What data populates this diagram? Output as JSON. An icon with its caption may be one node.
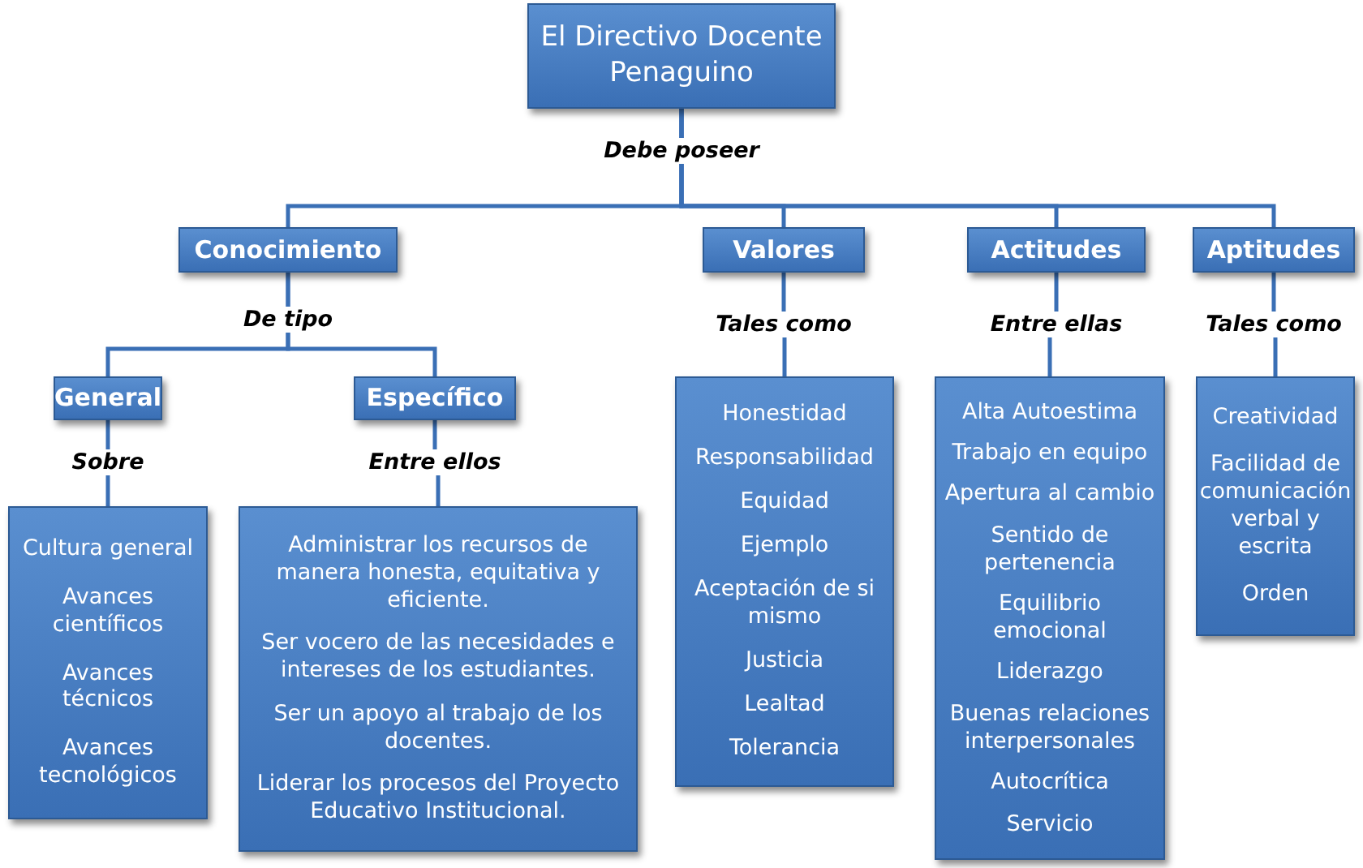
{
  "diagram": {
    "nodes": [
      {
        "text": [
          "El Directivo Docente Penaguino"
        ]
      },
      {
        "text": [
          "Conocimiento"
        ]
      },
      {
        "text": [
          "Valores"
        ]
      },
      {
        "text": [
          "Actitudes"
        ]
      },
      {
        "text": [
          "Aptitudes"
        ]
      },
      {
        "text": [
          "General"
        ]
      },
      {
        "text": [
          "Específico"
        ]
      },
      {
        "text": [
          "Cultura general",
          "Avances científicos",
          "Avances técnicos",
          "Avances tecnológicos"
        ]
      },
      {
        "text": [
          "Administrar los recursos de manera honesta, equitativa y eficiente.",
          "Ser vocero de las necesidades e intereses de los estudiantes.",
          "Ser un apoyo al trabajo de los docentes.",
          "Liderar los procesos del Proyecto Educativo Institucional."
        ]
      },
      {
        "text": [
          "Honestidad",
          "Responsabilidad",
          "Equidad",
          "Ejemplo",
          "Aceptación de si mismo",
          "Justicia",
          "Lealtad",
          "Tolerancia"
        ]
      },
      {
        "text": [
          "Alta Autoestima",
          "Trabajo en equipo",
          "Apertura al cambio",
          "Sentido de pertenencia",
          "Equilibrio emocional",
          "Liderazgo",
          "Buenas relaciones interpersonales",
          "Autocrítica",
          "Servicio"
        ]
      },
      {
        "text": [
          "Creatividad",
          "Facilidad de comunicación verbal y escrita",
          "Orden"
        ]
      }
    ],
    "edges": [
      {
        "from": 0,
        "to": 1,
        "arrow": "none",
        "label": "Debe poseer"
      },
      {
        "from": 0,
        "to": 2,
        "arrow": "none"
      },
      {
        "from": 0,
        "to": 3,
        "arrow": "none"
      },
      {
        "from": 0,
        "to": 4,
        "arrow": "none"
      },
      {
        "from": 1,
        "to": 5,
        "arrow": "none",
        "label": "De tipo"
      },
      {
        "from": 1,
        "to": 6,
        "arrow": "none"
      },
      {
        "from": 5,
        "to": 7,
        "arrow": "none",
        "label": "Sobre"
      },
      {
        "from": 6,
        "to": 8,
        "arrow": "none",
        "label": "Entre ellos"
      },
      {
        "from": 2,
        "to": 9,
        "arrow": "none",
        "label": "Tales como"
      },
      {
        "from": 3,
        "to": 10,
        "arrow": "none",
        "label": "Entre ellas"
      },
      {
        "from": 4,
        "to": 11,
        "arrow": "none",
        "label": "Tales como"
      }
    ]
  }
}
